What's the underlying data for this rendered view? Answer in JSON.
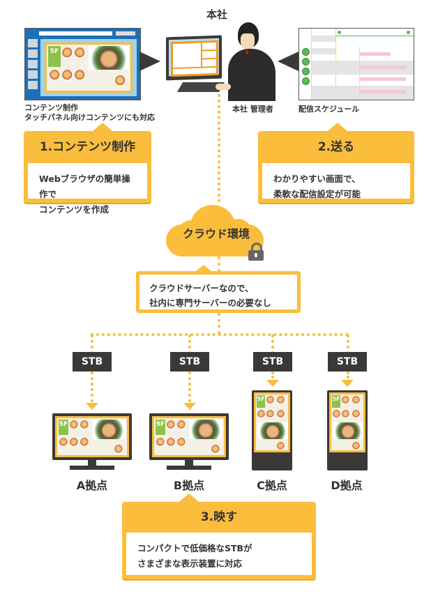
{
  "hq": {
    "title": "本社",
    "manager_label": "本社 管理者"
  },
  "content_editor": {
    "caption_line1": "コンテンツ制作",
    "caption_line2": "タッチパネル向けコンテンツにも対応",
    "sign_floor": "5F"
  },
  "schedule": {
    "caption": "配信スケジュール"
  },
  "steps": [
    {
      "title": "1.コンテンツ制作",
      "line1": "Webブラウザの簡単操作で",
      "line2": "コンテンツを作成"
    },
    {
      "title": "2.送る",
      "line1": "わかりやすい画面で、",
      "line2": "柔軟な配信設定が可能"
    },
    {
      "title": "3.映す",
      "line1": "コンパクトで低価格なSTBが",
      "line2": "さまざまな表示装置に対応"
    }
  ],
  "cloud": {
    "title": "クラウド環境",
    "line1": "クラウドサーバーなので、",
    "line2": "社内に専門サーバーの必要なし",
    "lock_icon": "padlock-icon"
  },
  "sites": [
    {
      "stb": "STB",
      "label": "A拠点",
      "display": "landscape-monitor",
      "floor": "5F"
    },
    {
      "stb": "STB",
      "label": "B拠点",
      "display": "landscape-monitor",
      "floor": "5F"
    },
    {
      "stb": "STB",
      "label": "C拠点",
      "display": "portrait-kiosk",
      "floor": "5F"
    },
    {
      "stb": "STB",
      "label": "D拠点",
      "display": "portrait-kiosk",
      "floor": "5F"
    }
  ],
  "colors": {
    "accent": "#fbbd3c",
    "dark": "#3b3838",
    "sign_green": "#8cc24a",
    "schedule_green": "#5cb85c",
    "schedule_pink": "#f6c6dc"
  }
}
